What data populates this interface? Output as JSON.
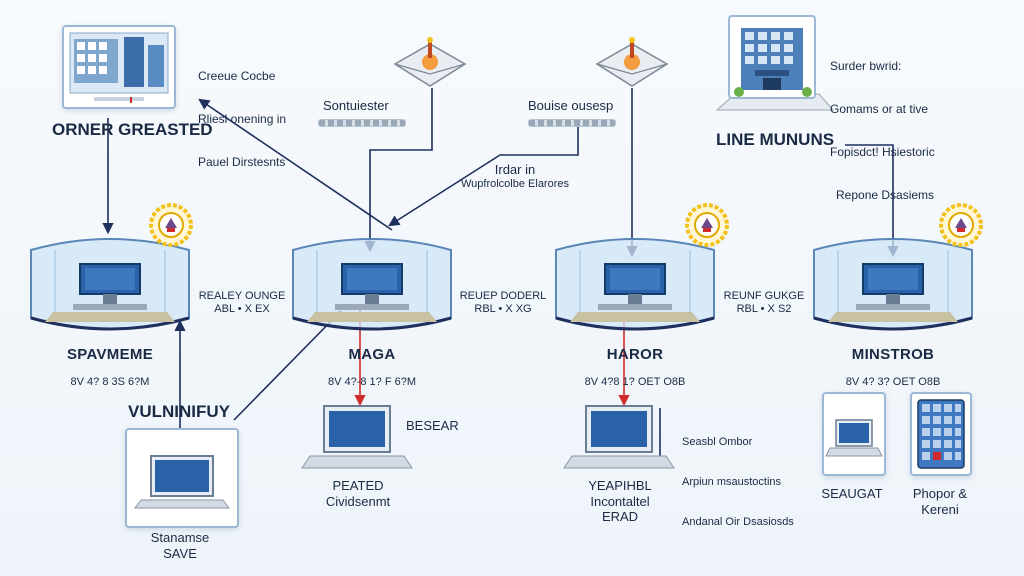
{
  "colors": {
    "wire": "#1f2f5e",
    "wire_red": "#d22b2b",
    "tank_fill": "#cfe4f5",
    "tank_edge": "#5a86b8",
    "screen": "#2a62a8",
    "badge_ring": "#f2c21b"
  },
  "top": {
    "left_panel_text": [
      "Creeue Cocbe",
      "Rliesl onening in",
      "Pauel Dirstesnts"
    ],
    "left_panel_title": "ORNER GREASTED",
    "gateway_left_label": "Sontuiester",
    "gateway_right_label": "Bouise ousesp",
    "mid_label_line1": "Irdar in",
    "mid_label_line2": "Wupfrolcolbe Elarores",
    "right_building_text": [
      "Surder bwrid:",
      "Gomams or at tive",
      "Fopisdct! Hsiestoric",
      "Repone Dsasiems"
    ],
    "right_title": "LINE MUNUNS"
  },
  "nodes": [
    {
      "name": "SPAVMEME",
      "code": "8V 4? 8 3S 6?M",
      "spec_line1": "",
      "spec_line2": ""
    },
    {
      "name": "MAGA",
      "code": "8V 4?-8 1? F 6?M",
      "spec_line1": "REALEY OUNGE",
      "spec_line2": "ABL • X EX"
    },
    {
      "name": "HAROR",
      "code": "8V 4?8 1? OET O8B",
      "spec_line1": "REUEP DODERL",
      "spec_line2": "RBL • X XG"
    },
    {
      "name": "MINSTROB",
      "code": "8V 4? 3? OET O8B",
      "spec_line1": "REUNF GUKGE",
      "spec_line2": "RBL • X S2"
    }
  ],
  "bottom": {
    "vuln_title": "VULNINIFUY",
    "vuln_caption_1": "Stanamse",
    "vuln_caption_2": "SAVE",
    "maga_laptop_side": "BESEAR",
    "maga_caption_1": "PEATED",
    "maga_caption_2": "Cividsenmt",
    "haror_caption": [
      "YEAPIHBL",
      "Incontaltel",
      "ERAD"
    ],
    "haror_side_text": [
      "Seasbl Ombor",
      "Arpiun msaustoctins",
      "Andanal Oir Dsasiosds"
    ],
    "minstrob_laptop_caption": "SEAUGAT",
    "minstrob_tablet_caption_1": "Phopor &",
    "minstrob_tablet_caption_2": "Kereni"
  }
}
